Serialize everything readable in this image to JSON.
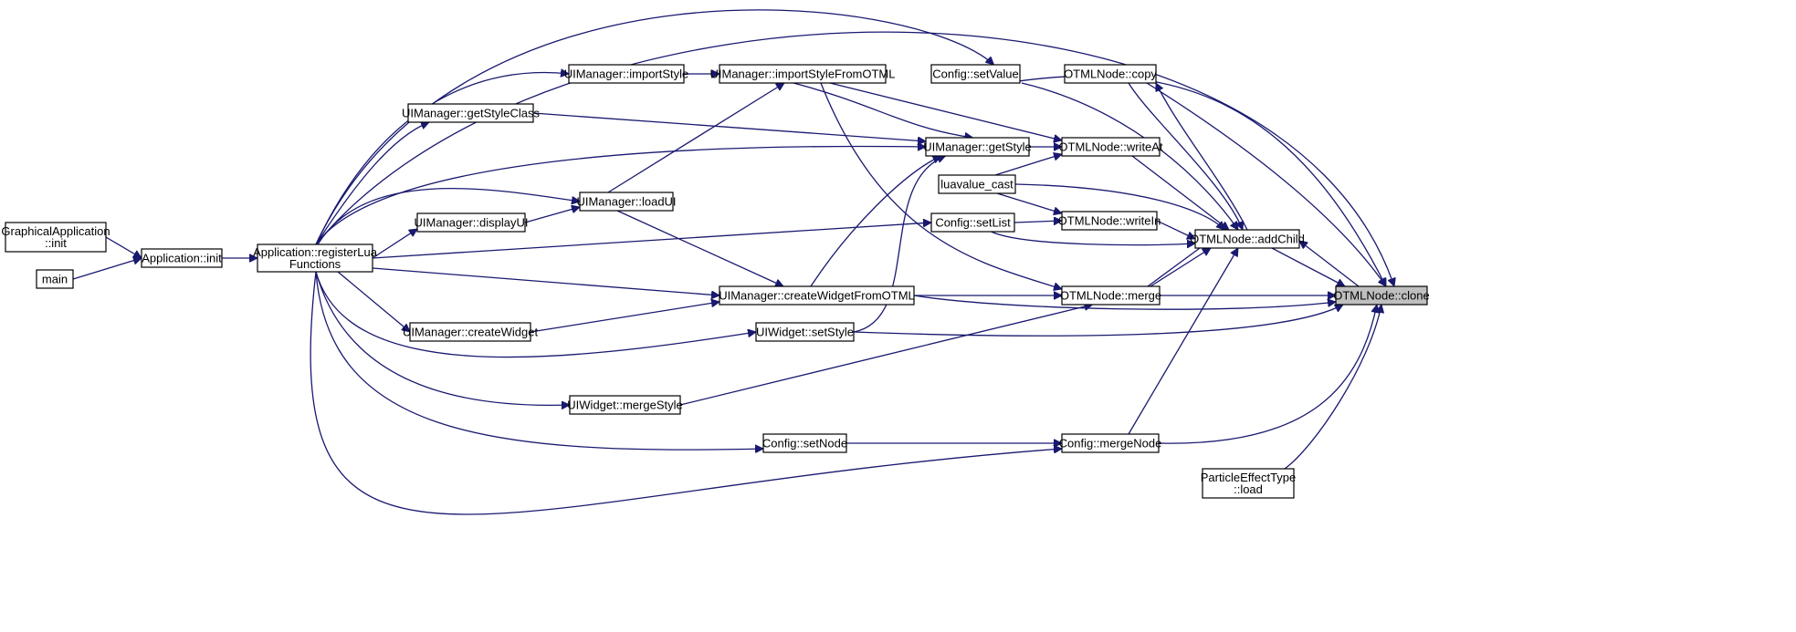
{
  "nodes": [
    {
      "id": "graphical_app_init",
      "lines": [
        "GraphicalApplication",
        "::init"
      ]
    },
    {
      "id": "main",
      "lines": [
        "main"
      ]
    },
    {
      "id": "app_init",
      "lines": [
        "Application::init"
      ]
    },
    {
      "id": "register_lua",
      "lines": [
        "Application::registerLua",
        "Functions"
      ]
    },
    {
      "id": "ui_import_style",
      "lines": [
        "UIManager::importStyle"
      ]
    },
    {
      "id": "ui_get_style_class",
      "lines": [
        "UIManager::getStyleClass"
      ]
    },
    {
      "id": "ui_load_ui",
      "lines": [
        "UIManager::loadUI"
      ]
    },
    {
      "id": "ui_display_ui",
      "lines": [
        "UIManager::displayUI"
      ]
    },
    {
      "id": "ui_create_widget",
      "lines": [
        "UIManager::createWidget"
      ]
    },
    {
      "id": "uiw_merge_style",
      "lines": [
        "UIWidget::mergeStyle"
      ]
    },
    {
      "id": "ui_import_style_otml",
      "lines": [
        "UIManager::importStyleFromOTML"
      ]
    },
    {
      "id": "ui_create_widget_otml",
      "lines": [
        "UIManager::createWidgetFromOTML"
      ]
    },
    {
      "id": "uiw_set_style",
      "lines": [
        "UIWidget::setStyle"
      ]
    },
    {
      "id": "config_set_node",
      "lines": [
        "Config::setNode"
      ]
    },
    {
      "id": "config_set_value",
      "lines": [
        "Config::setValue"
      ]
    },
    {
      "id": "ui_get_style",
      "lines": [
        "UIManager::getStyle"
      ]
    },
    {
      "id": "luavalue_cast",
      "lines": [
        "luavalue_cast"
      ]
    },
    {
      "id": "config_set_list",
      "lines": [
        "Config::setList"
      ]
    },
    {
      "id": "otml_copy",
      "lines": [
        "OTMLNode::copy"
      ]
    },
    {
      "id": "otml_write_at",
      "lines": [
        "OTMLNode::writeAt"
      ]
    },
    {
      "id": "otml_write_in",
      "lines": [
        "OTMLNode::writeIn"
      ]
    },
    {
      "id": "otml_merge",
      "lines": [
        "OTMLNode::merge"
      ]
    },
    {
      "id": "config_merge_node",
      "lines": [
        "Config::mergeNode"
      ]
    },
    {
      "id": "otml_add_child",
      "lines": [
        "OTMLNode::addChild"
      ]
    },
    {
      "id": "particle_load",
      "lines": [
        "ParticleEffectType",
        "::load"
      ]
    },
    {
      "id": "otml_clone",
      "lines": [
        "OTMLNode::clone"
      ],
      "focus": true
    }
  ],
  "edges": [
    [
      "graphical_app_init",
      "app_init"
    ],
    [
      "main",
      "app_init"
    ],
    [
      "app_init",
      "register_lua"
    ],
    [
      "register_lua",
      "ui_import_style"
    ],
    [
      "register_lua",
      "ui_get_style_class"
    ],
    [
      "register_lua",
      "ui_load_ui"
    ],
    [
      "register_lua",
      "ui_display_ui"
    ],
    [
      "register_lua",
      "ui_create_widget"
    ],
    [
      "register_lua",
      "uiw_merge_style"
    ],
    [
      "register_lua",
      "config_set_node"
    ],
    [
      "register_lua",
      "config_merge_node"
    ],
    [
      "register_lua",
      "config_set_value"
    ],
    [
      "register_lua",
      "ui_get_style"
    ],
    [
      "register_lua",
      "config_set_list"
    ],
    [
      "register_lua",
      "ui_create_widget_otml"
    ],
    [
      "register_lua",
      "uiw_set_style"
    ],
    [
      "ui_import_style",
      "ui_import_style_otml"
    ],
    [
      "ui_display_ui",
      "ui_load_ui"
    ],
    [
      "ui_load_ui",
      "ui_import_style_otml"
    ],
    [
      "ui_load_ui",
      "ui_create_widget_otml"
    ],
    [
      "ui_create_widget",
      "ui_create_widget_otml"
    ],
    [
      "ui_get_style_class",
      "ui_get_style"
    ],
    [
      "ui_import_style_otml",
      "ui_get_style"
    ],
    [
      "ui_create_widget_otml",
      "ui_get_style"
    ],
    [
      "uiw_set_style",
      "ui_get_style"
    ],
    [
      "ui_get_style",
      "otml_write_at"
    ],
    [
      "ui_import_style_otml",
      "otml_write_at"
    ],
    [
      "luavalue_cast",
      "otml_write_at"
    ],
    [
      "luavalue_cast",
      "otml_write_in"
    ],
    [
      "config_set_list",
      "otml_write_in"
    ],
    [
      "ui_import_style_otml",
      "otml_merge"
    ],
    [
      "uiw_merge_style",
      "otml_merge"
    ],
    [
      "ui_create_widget_otml",
      "otml_merge"
    ],
    [
      "config_set_node",
      "config_merge_node"
    ],
    [
      "otml_write_at",
      "otml_add_child"
    ],
    [
      "otml_write_in",
      "otml_add_child"
    ],
    [
      "otml_merge",
      "otml_add_child"
    ],
    [
      "config_merge_node",
      "otml_add_child"
    ],
    [
      "config_set_value",
      "otml_add_child"
    ],
    [
      "luavalue_cast",
      "otml_add_child"
    ],
    [
      "config_set_list",
      "otml_add_child"
    ],
    [
      "otml_copy",
      "otml_add_child"
    ],
    [
      "otml_add_child",
      "otml_copy"
    ],
    [
      "otml_add_child",
      "otml_merge"
    ],
    [
      "otml_add_child",
      "otml_clone"
    ],
    [
      "otml_clone",
      "otml_add_child"
    ],
    [
      "otml_merge",
      "otml_clone"
    ],
    [
      "otml_copy",
      "otml_clone"
    ],
    [
      "config_merge_node",
      "otml_clone"
    ],
    [
      "particle_load",
      "otml_clone"
    ],
    [
      "ui_create_widget_otml",
      "otml_clone"
    ],
    [
      "uiw_set_style",
      "otml_clone"
    ],
    [
      "config_set_value",
      "otml_clone"
    ],
    [
      "register_lua",
      "otml_clone"
    ]
  ]
}
